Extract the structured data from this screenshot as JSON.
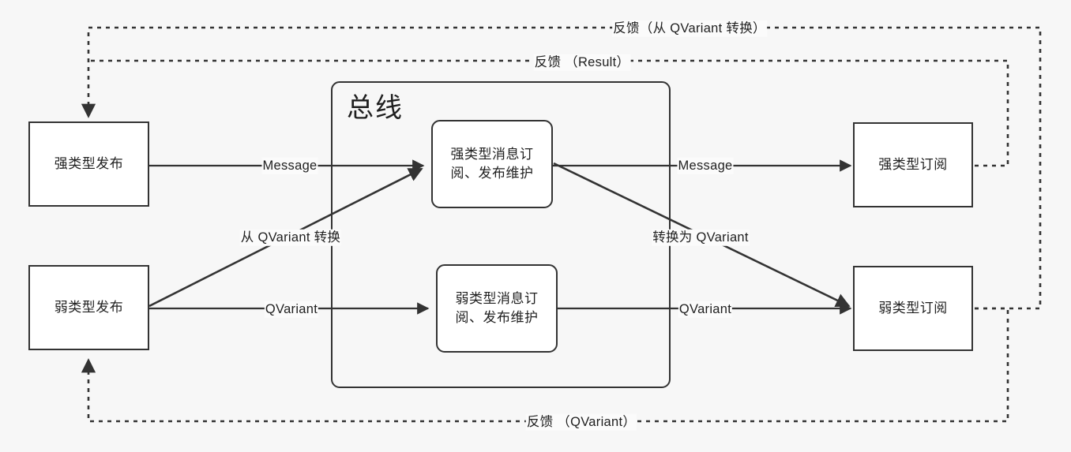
{
  "diagram": {
    "title_node": "总线",
    "nodes": {
      "strong_publish": "强类型发布",
      "weak_publish": "弱类型发布",
      "strong_bus": "强类型消息订\n阅、发布维护",
      "strong_bus_line1": "强类型消息订",
      "strong_bus_line2": "阅、发布维护",
      "weak_bus_line1": "弱类型消息订",
      "weak_bus_line2": "阅、发布维护",
      "strong_subscribe": "强类型订阅",
      "weak_subscribe": "弱类型订阅"
    },
    "edge_labels": {
      "message_left": "Message",
      "message_right": "Message",
      "qvariant_left": "QVariant",
      "qvariant_right": "QVariant",
      "from_qvariant": "从 QVariant 转换",
      "to_qvariant": "转换为 QVariant",
      "feedback_from_qvariant": "反馈（从 QVariant 转换）",
      "feedback_result": "反馈 （Result）",
      "feedback_qvariant": "反馈 （QVariant）"
    },
    "colors": {
      "background": "#f7f7f7",
      "stroke": "#333333",
      "node_fill": "#ffffff",
      "text": "#1f1f1f"
    }
  }
}
